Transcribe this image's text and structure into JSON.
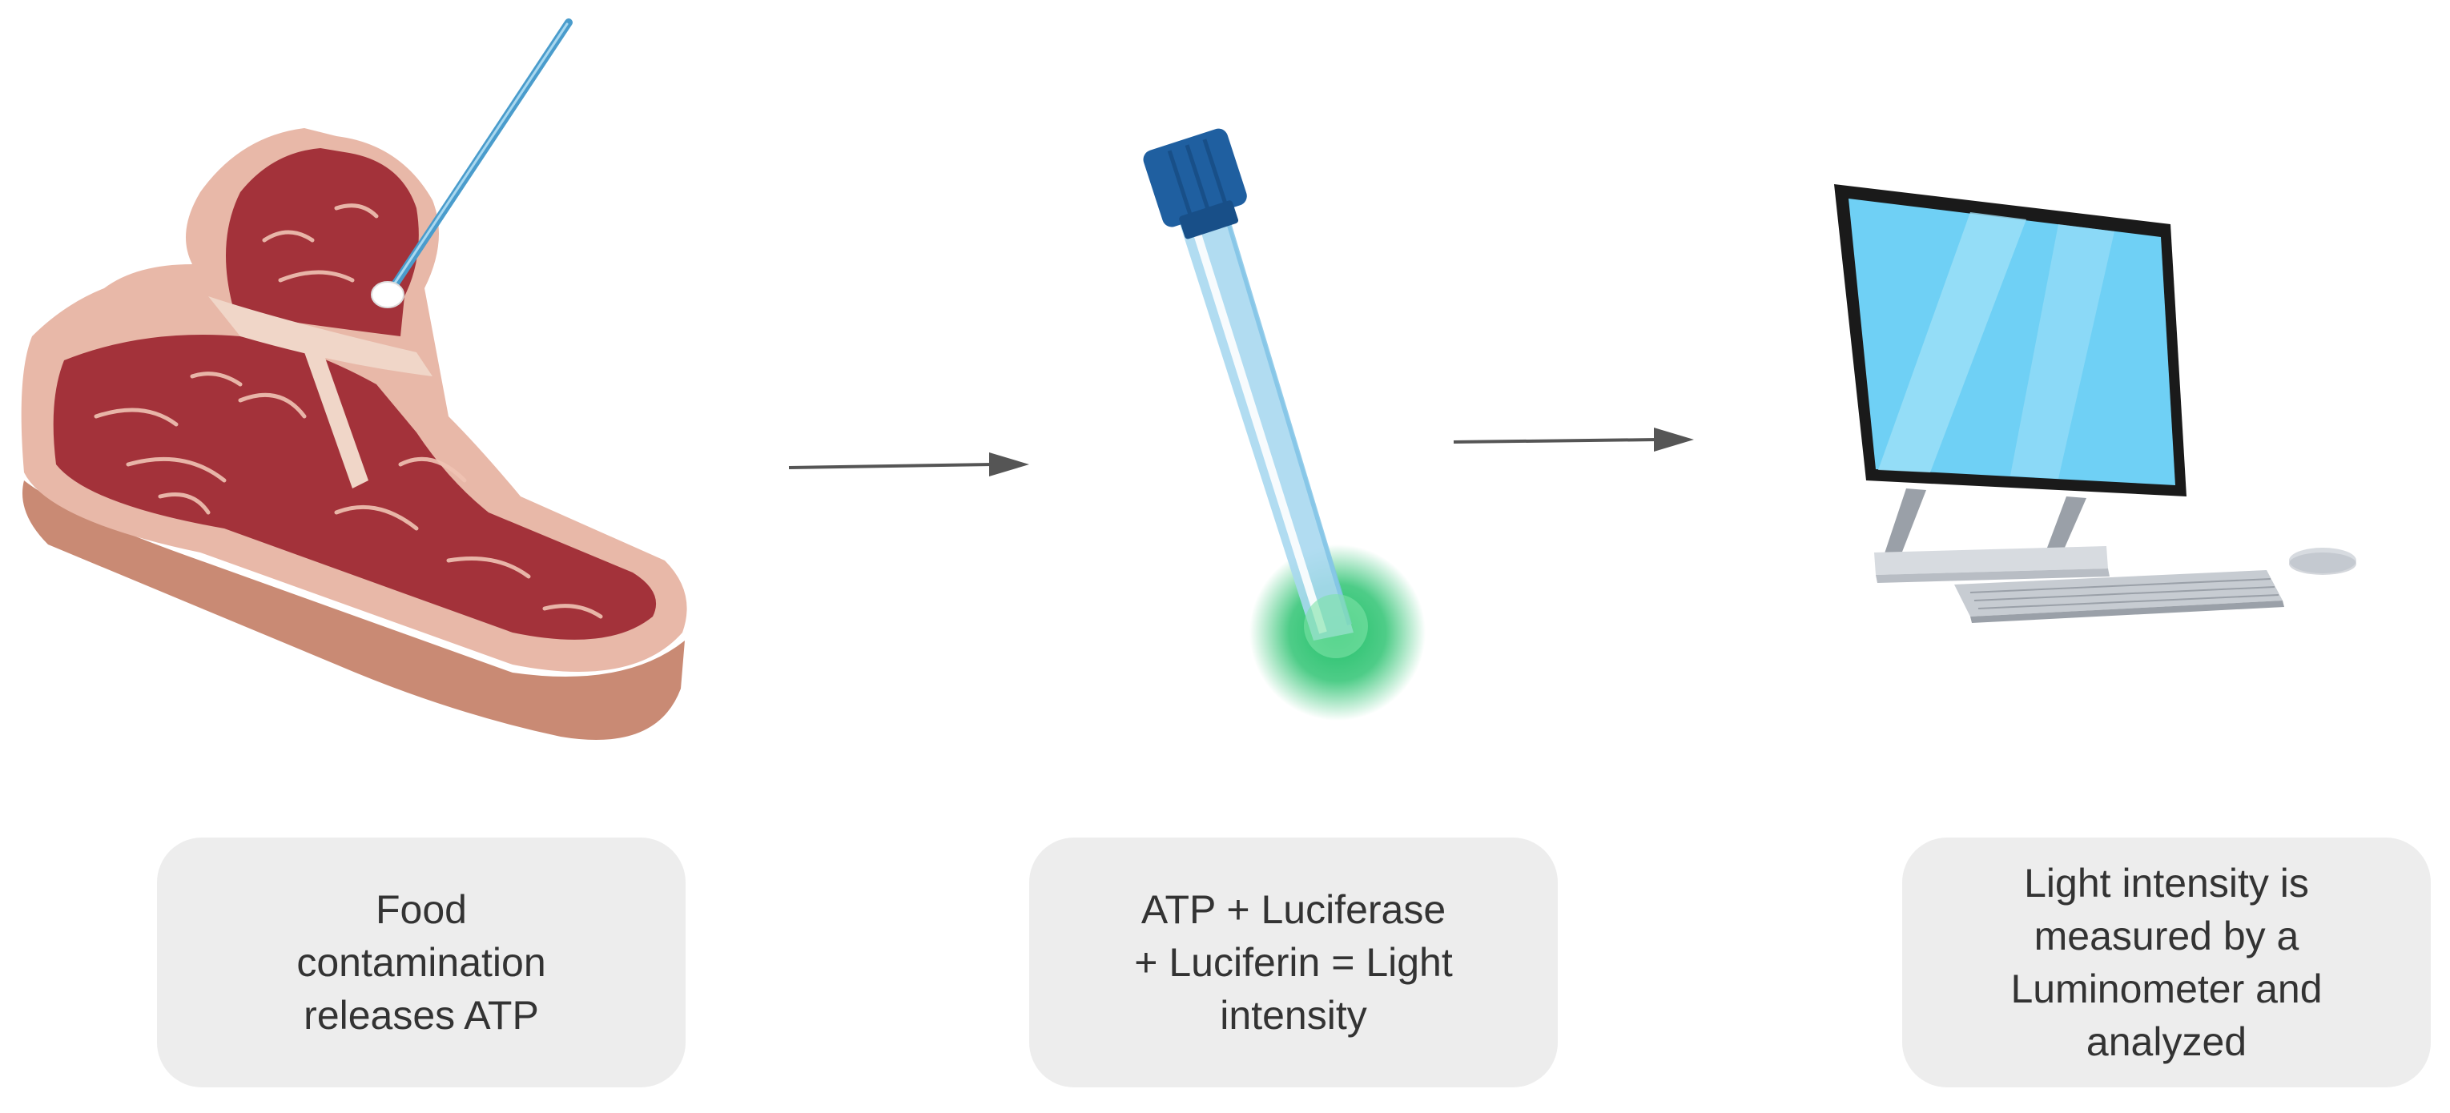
{
  "steps": [
    {
      "icon": "steak-with-swab-icon",
      "caption": "Food\ncontamination\nreleases ATP"
    },
    {
      "icon": "test-tube-icon",
      "caption": "ATP + Luciferase\n+ Luciferin = Light\nintensity"
    },
    {
      "icon": "desktop-computer-icon",
      "caption": "Light intensity is\nmeasured by a\nLuminometer and\nanalyzed"
    }
  ],
  "colors": {
    "meat": "#a3323a",
    "fat": "#e8b8a8",
    "bone_edge": "#c98a74",
    "swab": "#4a9ccc",
    "tube_cap": "#1f5fa0",
    "tube_glass": "#a9d8f0",
    "glow": "#22c06a",
    "screen": "#6fd0f5",
    "arrow": "#555555",
    "caption_bg": "#ededed",
    "caption_text": "#333333"
  }
}
